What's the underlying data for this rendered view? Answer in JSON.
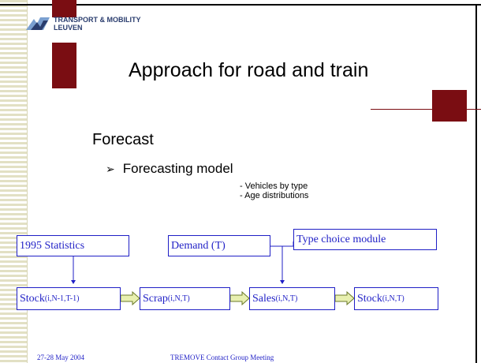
{
  "logo": {
    "line1": "TRANSPORT & MOBILITY",
    "line2": "LEUVEN",
    "icon": "tml-logo-icon"
  },
  "title": "Approach for road and train",
  "heading": "Forecast",
  "bullet": {
    "symbol": "➢",
    "text": "Forecasting model"
  },
  "subitems": [
    "- Vehicles by type",
    "- Age distributions"
  ],
  "diagram": {
    "statistics": "1995 Statistics",
    "demand": "Demand (T)",
    "type_choice": "Type choice module",
    "stock_prev": {
      "main": "Stock",
      "sub": "(i,N-1,T-1)"
    },
    "scrap": {
      "main": "Scrap",
      "sub": "(i,N,T)"
    },
    "sales": {
      "main": "Sales",
      "sub": "(i,N,T)"
    },
    "stock_next": {
      "main": "Stock",
      "sub": "(i,N,T)"
    }
  },
  "footer": {
    "date": "27-28 May 2004",
    "meeting": "TREMOVE Contact Group Meeting"
  },
  "colors": {
    "accent": "#7a0d12",
    "box_blue": "#1f1fc6",
    "arrow_fill": "#e8f0b0",
    "stripes": "#e2e0c4"
  }
}
